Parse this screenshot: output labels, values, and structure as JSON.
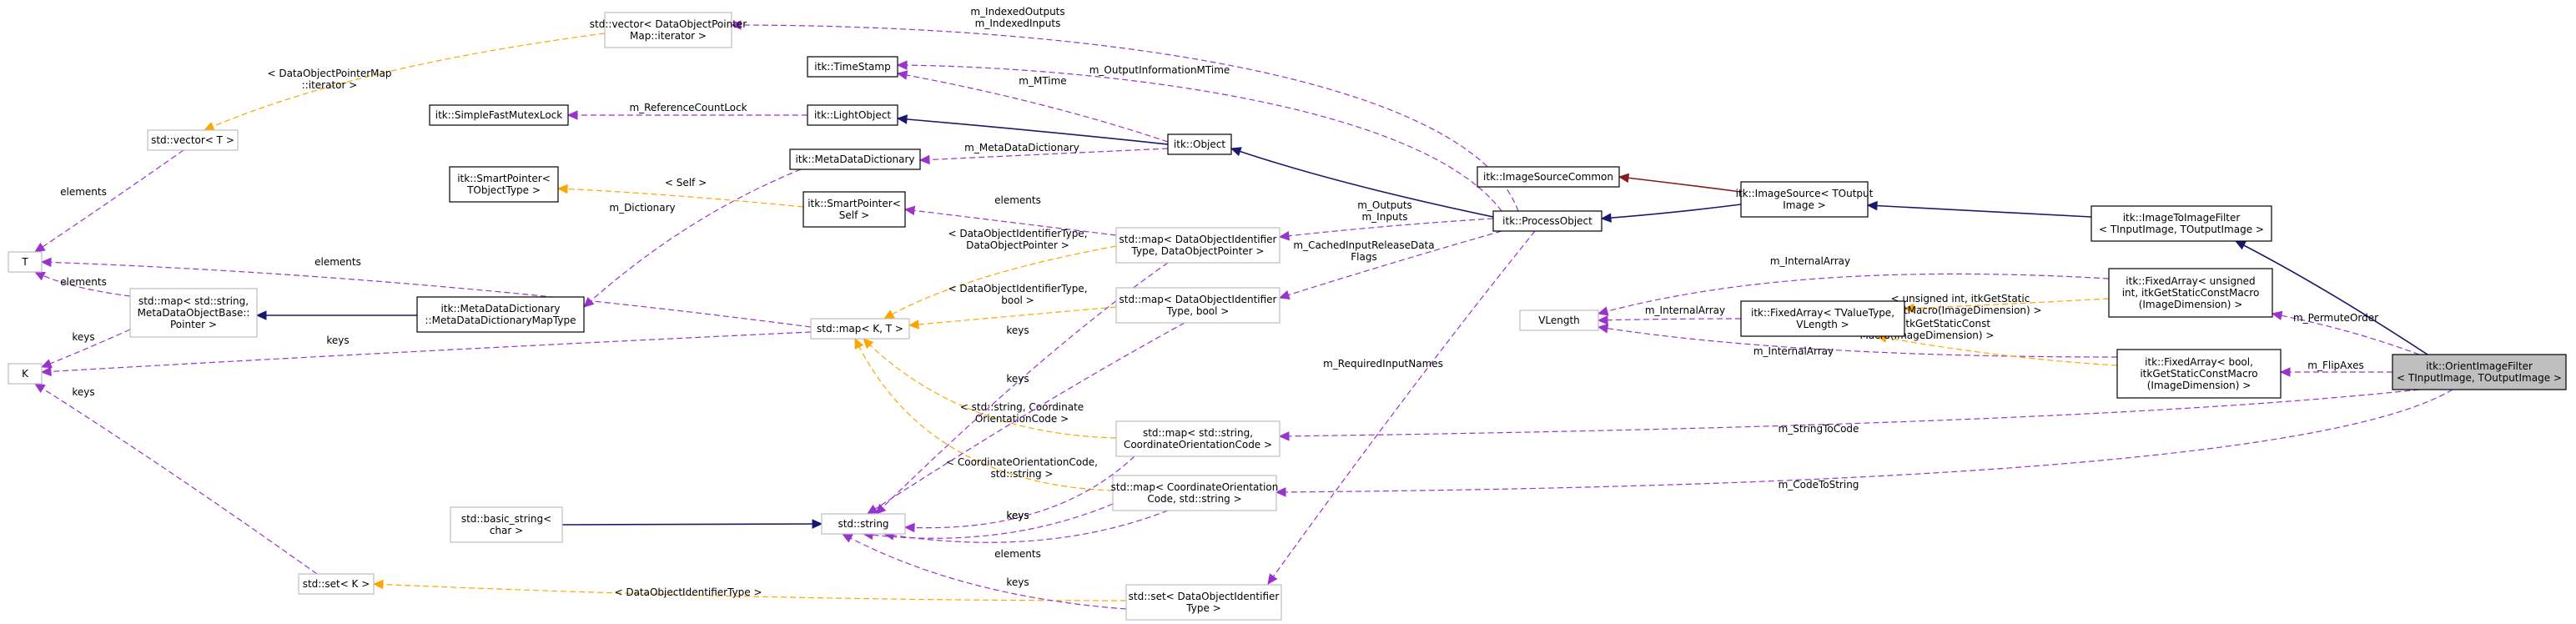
{
  "diagram": {
    "nodes": {
      "vec_iter": [
        "std::vector< DataObjectPointer",
        "Map::iterator >"
      ],
      "timestamp": [
        "itk::TimeStamp"
      ],
      "mutexlock": [
        "itk::SimpleFastMutexLock"
      ],
      "lightobject": [
        "itk::LightObject"
      ],
      "object": [
        "itk::Object"
      ],
      "vector_t": [
        "std::vector< T >"
      ],
      "metadatadict": [
        "itk::MetaDataDictionary"
      ],
      "smartptr_tobj": [
        "itk::SmartPointer<",
        "TObjectType >"
      ],
      "smartptr_self": [
        "itk::SmartPointer<",
        "Self >"
      ],
      "imagesourcecommon": [
        "itk::ImageSourceCommon"
      ],
      "imagesource": [
        "itk::ImageSource< TOutput",
        "Image >"
      ],
      "imagetoimage": [
        "itk::ImageToImageFilter",
        "< TInputImage, TOutputImage >"
      ],
      "processobject": [
        "itk::ProcessObject"
      ],
      "map_dataobj_ptr": [
        "std::map< DataObjectIdentifier",
        "Type, DataObjectPointer >"
      ],
      "t": [
        "T"
      ],
      "map_string_metadata": [
        "std::map< std::string,",
        "MetaDataObjectBase::",
        "Pointer >"
      ],
      "metadatadictmaptype": [
        "itk::MetaDataDictionary",
        "::MetaDataDictionaryMapType"
      ],
      "map_k_t": [
        "std::map< K, T >"
      ],
      "map_dataobj_bool": [
        "std::map< DataObjectIdentifier",
        "Type, bool >"
      ],
      "vlength": [
        "VLength"
      ],
      "fixedarray_t": [
        "itk::FixedArray< TValueType,",
        "VLength >"
      ],
      "fixedarray_uint": [
        "itk::FixedArray< unsigned",
        "int, itkGetStaticConstMacro",
        "(ImageDimension) >"
      ],
      "fixedarray_bool": [
        "itk::FixedArray< bool,",
        "itkGetStaticConstMacro",
        "(ImageDimension) >"
      ],
      "orient": [
        "itk::OrientImageFilter",
        "< TInputImage, TOutputImage >"
      ],
      "k": [
        "K"
      ],
      "map_string_code": [
        "std::map< std::string,",
        "CoordinateOrientationCode >"
      ],
      "map_code_string": [
        "std::map< CoordinateOrientation",
        "Code, std::string >"
      ],
      "basic_string": [
        "std::basic_string<",
        "char >"
      ],
      "string": [
        "std::string"
      ],
      "set_k": [
        "std::set< K >"
      ],
      "set_dataobj": [
        "std::set< DataObjectIdentifier",
        "Type >"
      ]
    },
    "edge_labels": {
      "indexed": [
        "m_IndexedOutputs",
        "m_IndexedInputs"
      ],
      "vec_tmpl": [
        "< DataObjectPointerMap",
        "::iterator >"
      ],
      "output_info_mtime": [
        "m_OutputInformationMTime"
      ],
      "mtime": [
        "m_MTime"
      ],
      "refcountlock": [
        "m_ReferenceCountLock"
      ],
      "metadata_dict": [
        "m_MetaDataDictionary"
      ],
      "elements_vec": [
        "elements"
      ],
      "self_tmpl": [
        "< Self >"
      ],
      "m_dictionary": [
        "m_Dictionary"
      ],
      "elements_sp": [
        "elements"
      ],
      "outputs_inputs": [
        "m_Outputs",
        "m_Inputs"
      ],
      "cached_flags": [
        "m_CachedInputReleaseData",
        "Flags"
      ],
      "elements_t": [
        "elements"
      ],
      "elements_t2": [
        "elements"
      ],
      "ptr_tmpl": [
        "< DataObjectIdentifierType,",
        "DataObjectPointer >"
      ],
      "bool_tmpl": [
        "< DataObjectIdentifierType,",
        "bool >"
      ],
      "keys_metadata": [
        "keys"
      ],
      "keys_kt": [
        "keys"
      ],
      "keys_ptr": [
        "keys"
      ],
      "keys_bool": [
        "keys"
      ],
      "req_names": [
        "m_RequiredInputNames"
      ],
      "internal1": [
        "m_InternalArray"
      ],
      "internal2": [
        "m_InternalArray"
      ],
      "internal3": [
        "m_InternalArray"
      ],
      "uint_tmpl": [
        "< unsigned int, itkGetStatic",
        "ConstMacro(ImageDimension) >"
      ],
      "bool_fixed_tmpl": [
        "< bool, itkGetStaticConst",
        "Macro(ImageDimension) >"
      ],
      "permute": [
        "m_PermuteOrder"
      ],
      "flip": [
        "m_FlipAxes"
      ],
      "string_code_tmpl": [
        "< std::string, Coordinate",
        "OrientationCode >"
      ],
      "code_string_tmpl": [
        "< CoordinateOrientationCode,",
        "std::string >"
      ],
      "string_to_code": [
        "m_StringToCode"
      ],
      "code_to_string": [
        "m_CodeToString"
      ],
      "keys_string_code": [
        "keys"
      ],
      "keys_code_string": [
        "keys"
      ],
      "elements_str": [
        "elements"
      ],
      "keys_set": [
        "keys"
      ],
      "keys_k": [
        "keys"
      ],
      "set_tmpl": [
        "< DataObjectIdentifierType >"
      ]
    }
  }
}
